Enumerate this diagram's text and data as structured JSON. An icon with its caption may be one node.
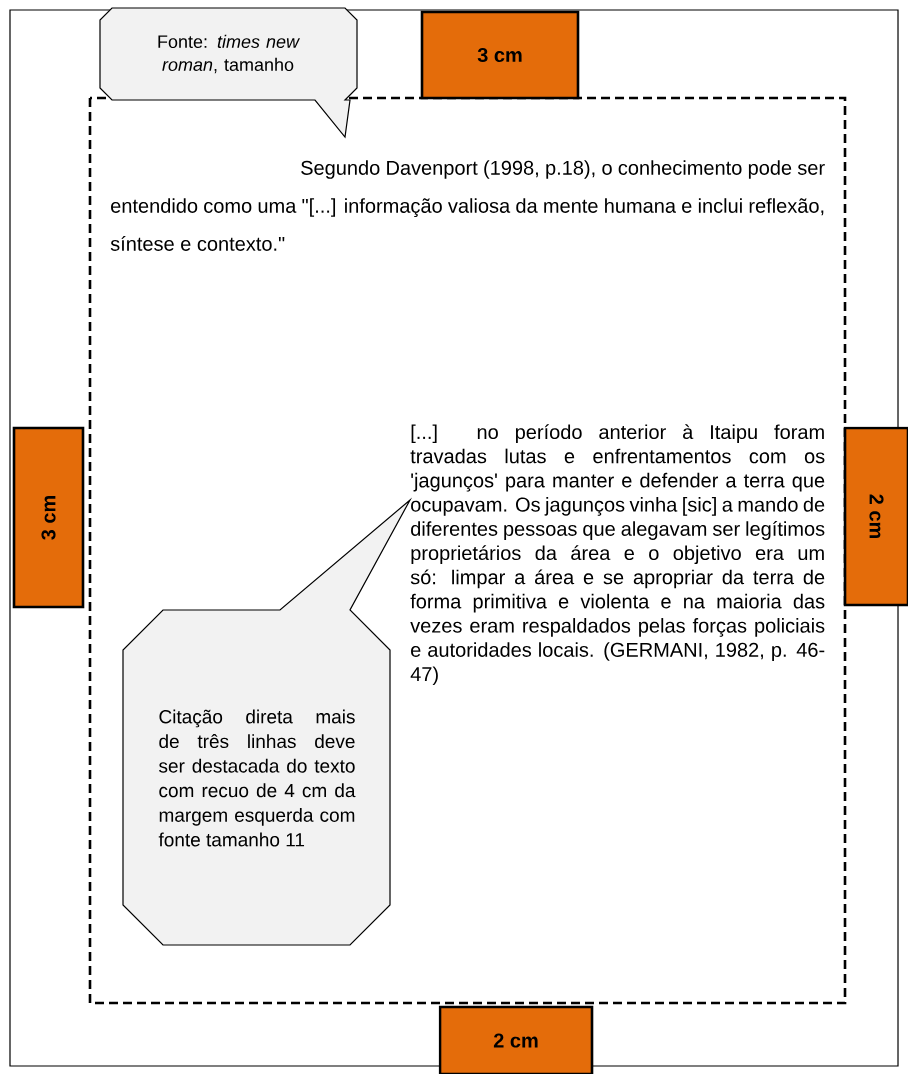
{
  "diagram": {
    "nodes": [
      {
        "text": [
          "Fonte: *times new roman*, tamanho"
        ]
      },
      {
        "text": [
          "3 cm"
        ]
      },
      {
        "text": [
          "3 cm"
        ]
      },
      {
        "text": [
          "2 cm"
        ]
      },
      {
        "text": [
          "Citação direta mais de três linhas deve ser destacada do texto com recuo de 4 cm da margem esquerda com fonte tamanho 11"
        ]
      },
      {
        "text": [
          "2 cm"
        ]
      }
    ],
    "labels": [
      "Segundo Davenport (1998, p.18), o conhecimento pode ser entendido como uma \"[...] informação valiosa da mente humana e inclui reflexão, síntese e contexto.\"",
      "[...] no período anterior à Itaipu foram travadas lutas e enfrentamentos com os 'jagunços' para manter e defender a terra que ocupavam. Os jagunços vinha [sic] a mando de diferentes pessoas que alegavam ser legítimos proprietários da área e o objetivo era um só: limpar a área e se apropriar da terra de forma primitiva e violenta e na maioria das vezes eram respaldados pelas forças policiais e autoridades locais. (GERMANI, 1982, p. 46-47)"
    ]
  }
}
